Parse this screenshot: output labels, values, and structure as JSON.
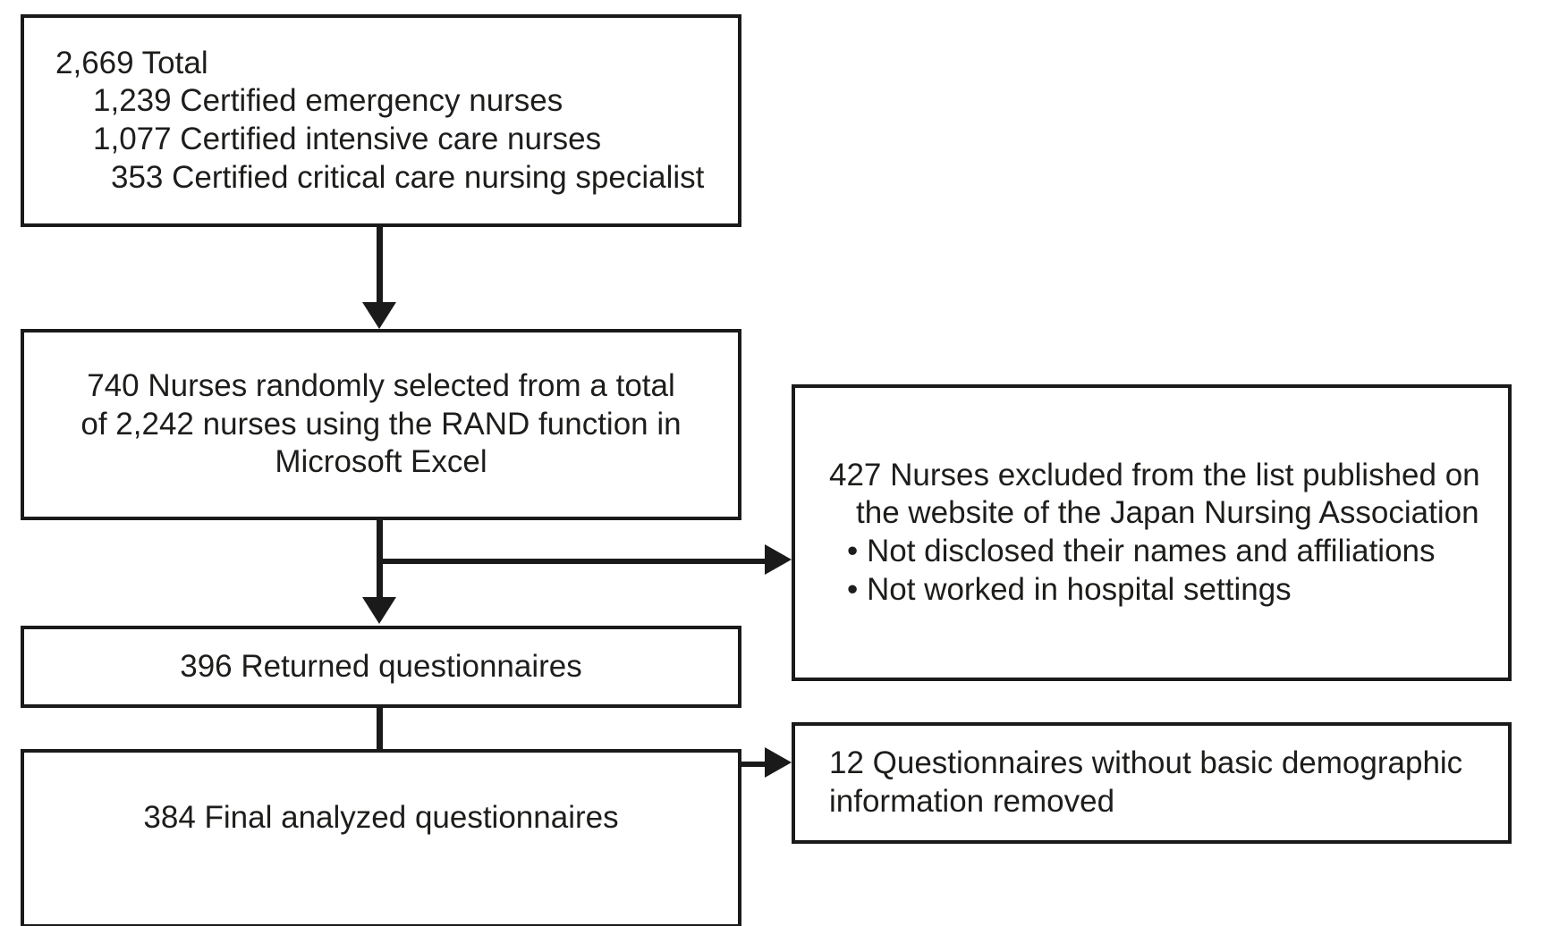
{
  "diagram": {
    "type": "participant-flow-diagram",
    "nodes": {
      "total_cohort": {
        "lines": [
          "2,669 Total",
          "1,239 Certified emergency nurses",
          "1,077 Certified intensive care nurses",
          "353 Certified critical care nursing specialist"
        ]
      },
      "random_selection": {
        "lines": [
          "740 Nurses randomly selected from a total",
          "of 2,242 nurses using the RAND function in",
          "Microsoft Excel"
        ]
      },
      "returned": {
        "lines": [
          "396 Returned questionnaires"
        ]
      },
      "final_analyzed": {
        "lines": [
          "384 Final analyzed questionnaires"
        ]
      },
      "excluded_nurses": {
        "lines": [
          "427 Nurses excluded from the list published on",
          "the website of the Japan Nursing Association",
          "• Not disclosed their names and affiliations",
          "• Not worked in hospital settings"
        ]
      },
      "removed_questionnaires": {
        "lines": [
          "12 Questionnaires without basic demographic",
          "information removed"
        ]
      }
    },
    "connectors": [
      {
        "name": "total-to-selection",
        "kind": "arrow-down"
      },
      {
        "name": "selection-to-returned",
        "kind": "arrow-down"
      },
      {
        "name": "selection-to-excluded",
        "kind": "arrow-right"
      },
      {
        "name": "returned-to-final",
        "kind": "arrow-down"
      },
      {
        "name": "returned-to-removed",
        "kind": "arrow-right"
      }
    ],
    "colors": {
      "stroke": "#1a1a1a",
      "text": "#1d1d1b",
      "background": "#ffffff"
    }
  }
}
